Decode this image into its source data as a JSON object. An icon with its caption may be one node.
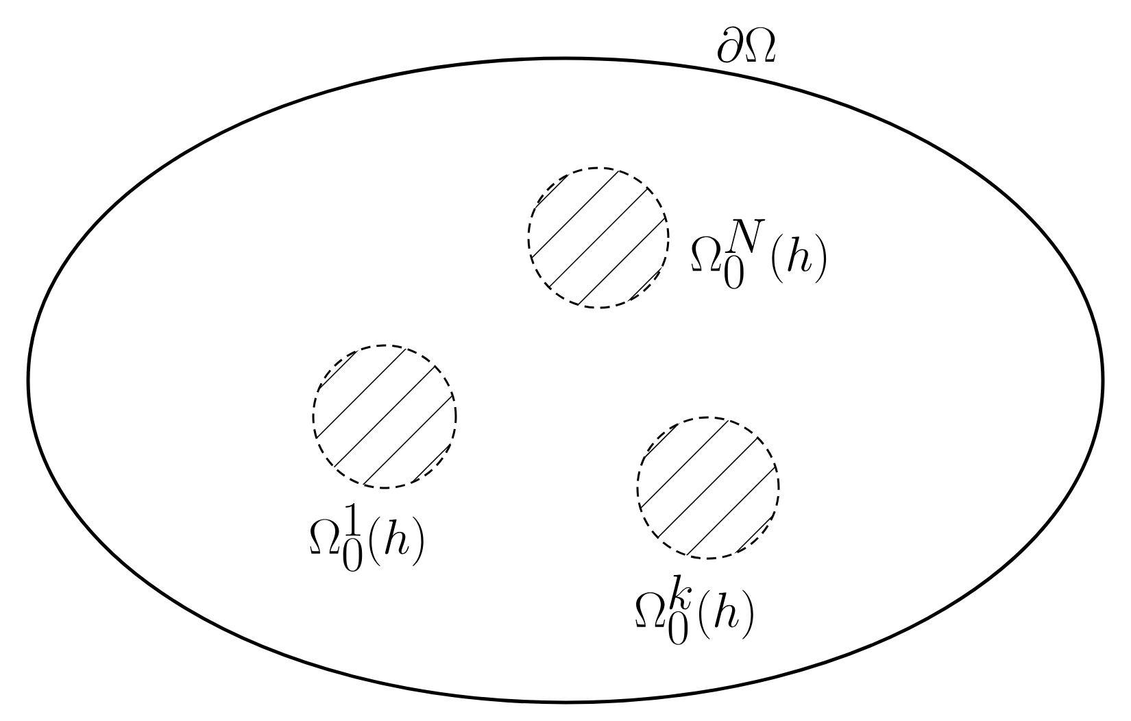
{
  "diagram": {
    "nodes": [
      {
        "text": [
          "\\partial\\Omega"
        ]
      },
      {
        "text": [
          "\\Omega_0^N(h)"
        ],
        "in": 0
      },
      {
        "text": [
          "\\Omega_0^1(h)"
        ],
        "in": 0
      },
      {
        "text": [
          "\\Omega_0^k(h)"
        ],
        "in": 0
      }
    ]
  }
}
